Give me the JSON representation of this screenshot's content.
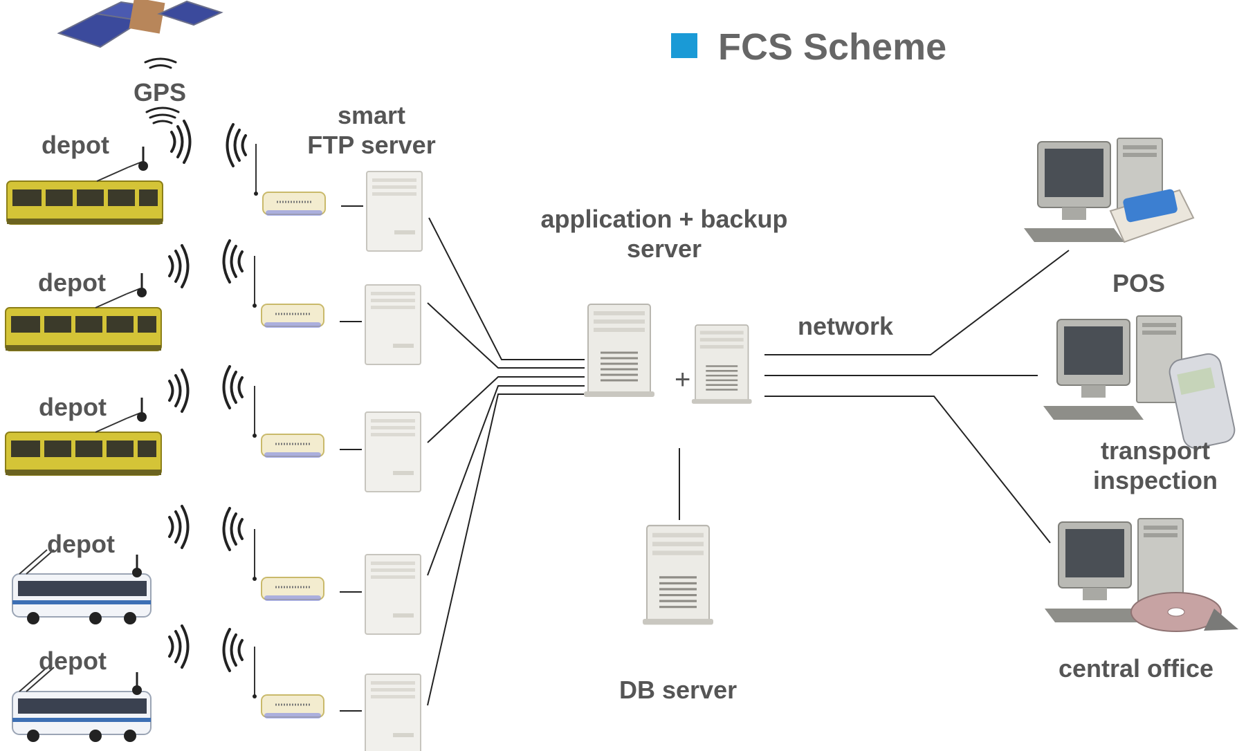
{
  "title": {
    "text": "FCS Scheme",
    "marker_color": "#1a9ad6"
  },
  "labels": {
    "gps": "GPS",
    "smart_ftp_line1": "smart",
    "smart_ftp_line2": "FTP server",
    "app_server_line1": "application + backup",
    "app_server_line2": "server",
    "plus": "+",
    "network": "network",
    "db_server": "DB server",
    "pos": "POS",
    "transport_line1": "transport",
    "transport_line2": "inspection",
    "central_office": "central office"
  },
  "depots": [
    {
      "label": "depot",
      "vehicle": "tram-icon"
    },
    {
      "label": "depot",
      "vehicle": "tram-icon"
    },
    {
      "label": "depot",
      "vehicle": "tram-icon"
    },
    {
      "label": "depot",
      "vehicle": "trolleybus-icon"
    },
    {
      "label": "depot",
      "vehicle": "trolleybus-icon"
    }
  ],
  "colors": {
    "tram_body": "#d4c437",
    "bus_body": "#f2f4f8",
    "bus_stripe": "#3c6fb4",
    "server": "#e6e4de",
    "text": "#555555"
  }
}
